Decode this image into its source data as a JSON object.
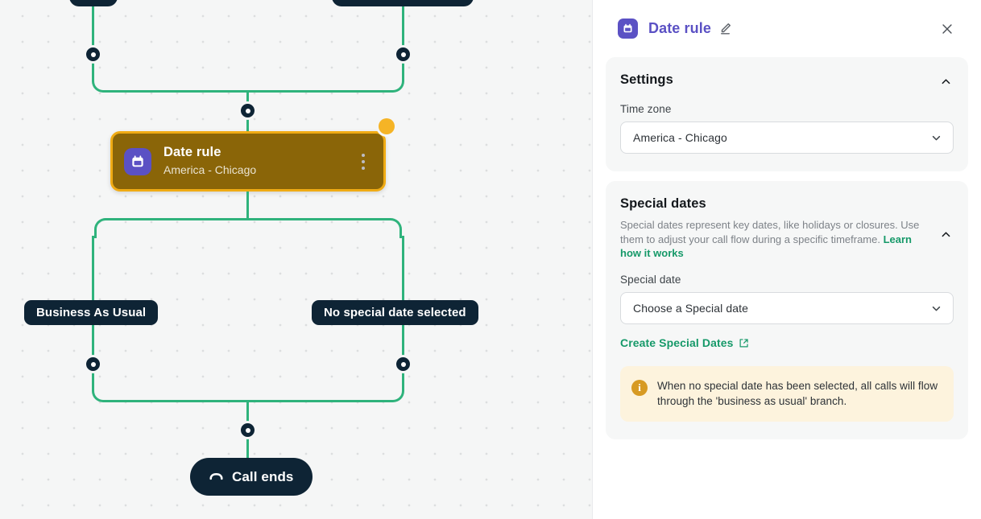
{
  "canvas": {
    "nodes": {
      "date_rule": {
        "title": "Date rule",
        "subtitle": "America - Chicago",
        "icon": "calendar-icon",
        "color_bg": "#8a6508",
        "color_border": "#f0ab14",
        "icon_bg": "#5b51c4"
      }
    },
    "branch_labels": [
      {
        "text": "Business As Usual"
      },
      {
        "text": "No special date selected"
      }
    ],
    "terminal": {
      "label": "Call ends",
      "icon": "phone-hangup-icon"
    },
    "edge_color": "#2fb37c",
    "knob_color": "#0e2435"
  },
  "panel": {
    "header": {
      "title": "Date rule",
      "icon": "calendar-icon",
      "edit_icon": "pencil-icon",
      "close_icon": "close-icon",
      "accent": "#5b51c4"
    },
    "settings": {
      "title": "Settings",
      "collapse_icon": "chevron-up-icon",
      "timezone": {
        "label": "Time zone",
        "value": "America - Chicago",
        "chevron_icon": "chevron-down-icon"
      }
    },
    "special_dates": {
      "title": "Special dates",
      "description": "Special dates represent key dates, like holidays or closures. Use them to adjust your call flow during a specific timeframe. ",
      "link_text": "Learn how it works",
      "collapse_icon": "chevron-up-icon",
      "special_date": {
        "label": "Special date",
        "value": "Choose a Special date",
        "chevron_icon": "chevron-down-icon"
      },
      "create_link": {
        "text": "Create Special Dates",
        "icon": "external-link-icon",
        "color": "#169969"
      },
      "callout": {
        "icon": "info-icon",
        "text": "When no special date has been selected, all calls will flow through the 'business as usual' branch."
      }
    }
  }
}
